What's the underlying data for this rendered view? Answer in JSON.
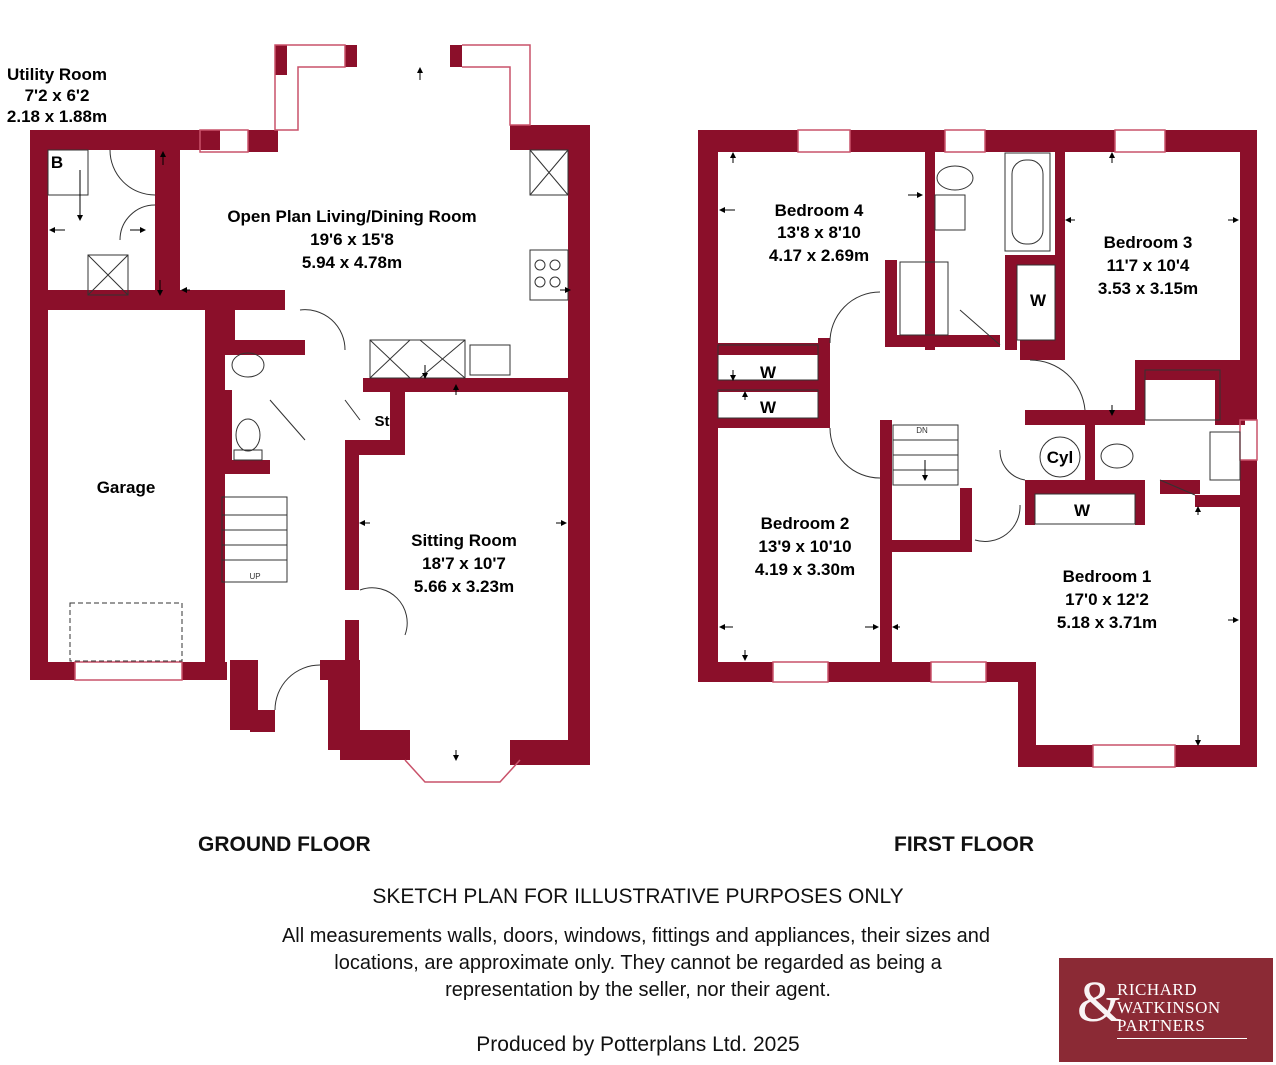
{
  "colors": {
    "wall": "#8b0f2a",
    "window": "#c9526a",
    "logo_bg": "#8b2a35"
  },
  "ground_floor": {
    "title": "GROUND FLOOR",
    "rooms": {
      "utility": {
        "name": "Utility Room",
        "imperial": "7'2 x 6'2",
        "metric": "2.18 x 1.88m"
      },
      "living": {
        "name": "Open Plan Living/Dining Room",
        "imperial": "19'6 x 15'8",
        "metric": "5.94 x 4.78m"
      },
      "garage": {
        "name": "Garage"
      },
      "sitting": {
        "name": "Sitting Room",
        "imperial": "18'7 x 10'7",
        "metric": "5.66 x 3.23m"
      }
    },
    "labels": {
      "boiler": "B",
      "store": "St",
      "stairs": "UP"
    }
  },
  "first_floor": {
    "title": "FIRST FLOOR",
    "rooms": {
      "bed4": {
        "name": "Bedroom 4",
        "imperial": "13'8 x 8'10",
        "metric": "4.17 x 2.69m"
      },
      "bed3": {
        "name": "Bedroom 3",
        "imperial": "11'7 x 10'4",
        "metric": "3.53 x 3.15m"
      },
      "bed2": {
        "name": "Bedroom 2",
        "imperial": "13'9 x 10'10",
        "metric": "4.19 x 3.30m"
      },
      "bed1": {
        "name": "Bedroom 1",
        "imperial": "17'0 x 12'2",
        "metric": "5.18 x 3.71m"
      }
    },
    "labels": {
      "wardrobe": "W",
      "cylinder": "Cyl",
      "stairs": "DN"
    }
  },
  "disclaimer": {
    "heading": "SKETCH PLAN FOR ILLUSTRATIVE PURPOSES ONLY",
    "line1": "All measurements walls, doors, windows, fittings and appliances, their sizes and",
    "line2": "locations, are approximate only. They cannot be regarded as being a",
    "line3": "representation by the seller, nor their agent.",
    "produced_by": "Produced by Potterplans Ltd. 2025"
  },
  "logo": {
    "line1": "RICHARD",
    "line2": "WATKINSON",
    "line3": "PARTNERS"
  }
}
